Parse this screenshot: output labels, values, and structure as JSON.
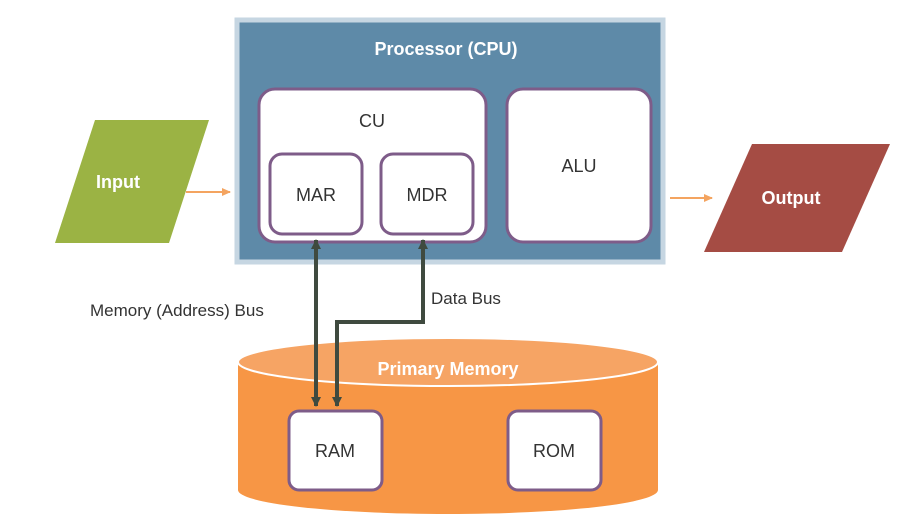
{
  "processor": {
    "title": "Processor (CPU)",
    "control_unit": {
      "label": "CU",
      "registers": [
        "MAR",
        "MDR"
      ]
    },
    "alu": {
      "label": "ALU"
    }
  },
  "input": {
    "label": "Input"
  },
  "output": {
    "label": "Output"
  },
  "memory": {
    "title": "Primary Memory",
    "units": [
      "RAM",
      "ROM"
    ]
  },
  "buses": {
    "address_bus_label": "Memory (Address) Bus",
    "data_bus_label": "Data Bus"
  },
  "colors": {
    "cpu_fill": "#5E8AA8",
    "cpu_border": "#C6D6E2",
    "box_border": "#7E5C89",
    "input_fill": "#9BB344",
    "output_fill": "#A54C44",
    "memory_fill": "#F79645",
    "memory_top": "#F6A464",
    "arrow_orange": "#F4A460",
    "bus_line": "#3F4A3F"
  }
}
